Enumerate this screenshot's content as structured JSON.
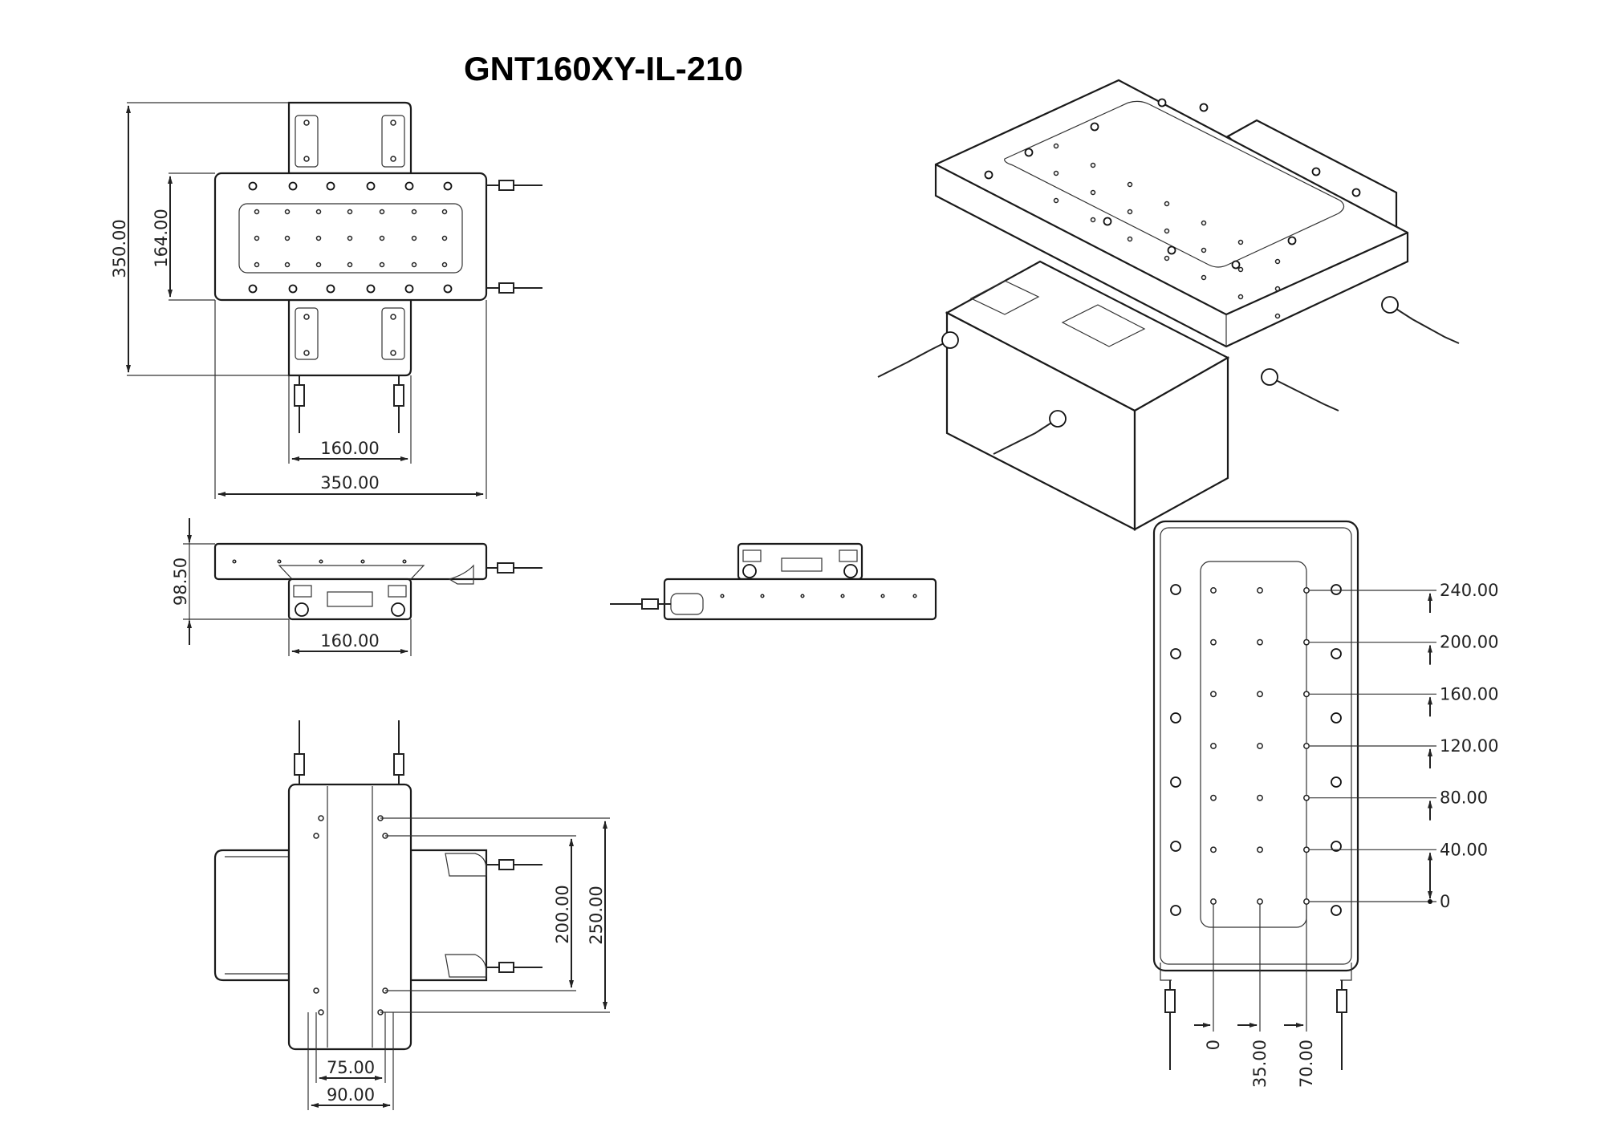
{
  "title": "GNT160XY-IL-210",
  "top_view": {
    "dims": {
      "overall_height": "350.00",
      "inner_height": "164.00",
      "bottom_inner": "160.00",
      "bottom_overall": "350.00"
    }
  },
  "front_view": {
    "dims": {
      "height": "98.50",
      "width": "160.00"
    }
  },
  "bottom_view": {
    "dims": {
      "spacing_outer": "250.00",
      "spacing_inner": "200.00",
      "width_inner": "75.00",
      "width_outer": "90.00"
    }
  },
  "hole_pattern_view": {
    "y_positions": [
      "240.00",
      "200.00",
      "160.00",
      "120.00",
      "80.00",
      "40.00",
      "0"
    ],
    "x_positions": [
      "0",
      "35.00",
      "70.00"
    ]
  },
  "colors": {
    "line": "#222222",
    "background": "#ffffff"
  }
}
